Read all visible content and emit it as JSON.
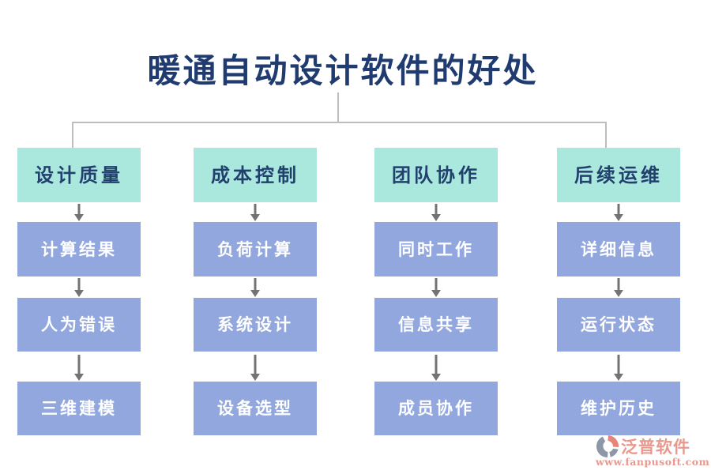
{
  "title": "暖通自动设计软件的好处",
  "columns": [
    {
      "header": "设计质量",
      "items": [
        "计算结果",
        "人为错误",
        "三维建模"
      ]
    },
    {
      "header": "成本控制",
      "items": [
        "负荷计算",
        "系统设计",
        "设备选型"
      ]
    },
    {
      "header": "团队协作",
      "items": [
        "同时工作",
        "信息共享",
        "成员协作"
      ]
    },
    {
      "header": "后续运维",
      "items": [
        "详细信息",
        "运行状态",
        "维护历史"
      ]
    }
  ],
  "watermark": {
    "brand": "泛普软件",
    "url": "www.fanpusoft.com"
  },
  "colors": {
    "title_text": "#1f3b70",
    "category_bg": "#aae8de",
    "category_text": "#22406e",
    "item_bg": "#92a7de",
    "item_text": "#ffffff",
    "connector_line": "#bdbdbd",
    "arrow": "#737373",
    "watermark": "#e8998f"
  }
}
